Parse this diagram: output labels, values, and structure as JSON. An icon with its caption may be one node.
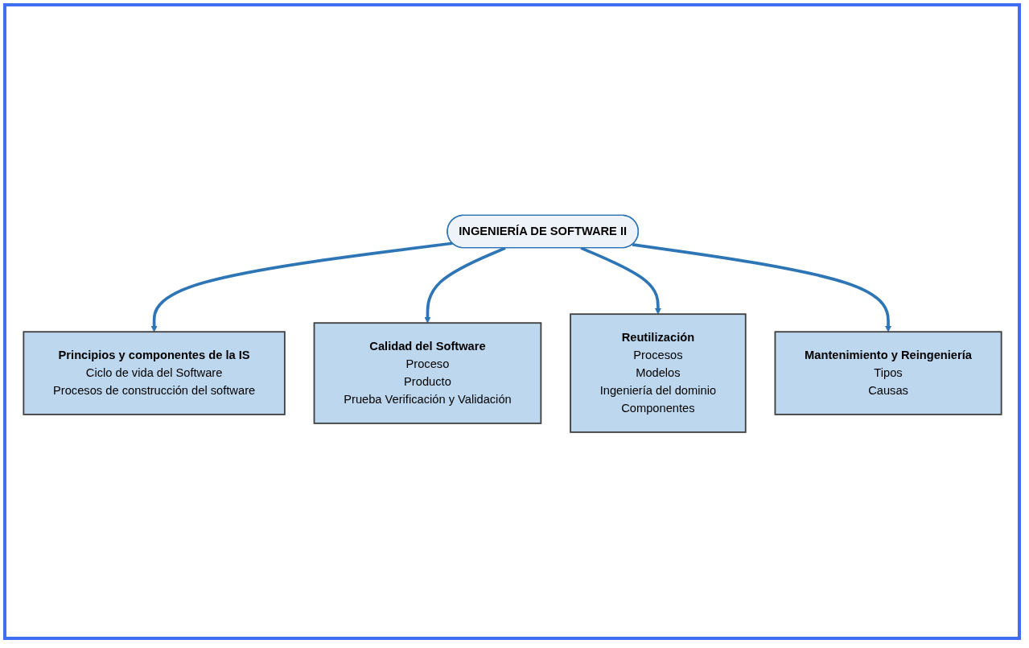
{
  "diagram": {
    "nodes": [
      {
        "text": [
          "Principios y componentes de la IS",
          "Ciclo de vida del Software",
          "Procesos de construcción del software"
        ]
      },
      {
        "text": [
          "Calidad del Software",
          "Proceso",
          "Producto",
          "Prueba Verificación y Validación"
        ]
      },
      {
        "text": [
          "INGENIERÍA DE SOFTWARE II"
        ]
      },
      {
        "text": [
          "Reutilización",
          "Procesos",
          "Modelos",
          "Ingeniería del dominio",
          "Componentes"
        ]
      },
      {
        "text": [
          "Mantenimiento y Reingeniería",
          "Tipos",
          "Causas"
        ]
      }
    ],
    "edges": [
      {
        "from": 2,
        "to": 0,
        "arrow": "to"
      },
      {
        "from": 2,
        "to": 1,
        "arrow": "to"
      },
      {
        "from": 2,
        "to": 3,
        "arrow": "to"
      },
      {
        "from": 2,
        "to": 4,
        "arrow": "to"
      }
    ]
  }
}
